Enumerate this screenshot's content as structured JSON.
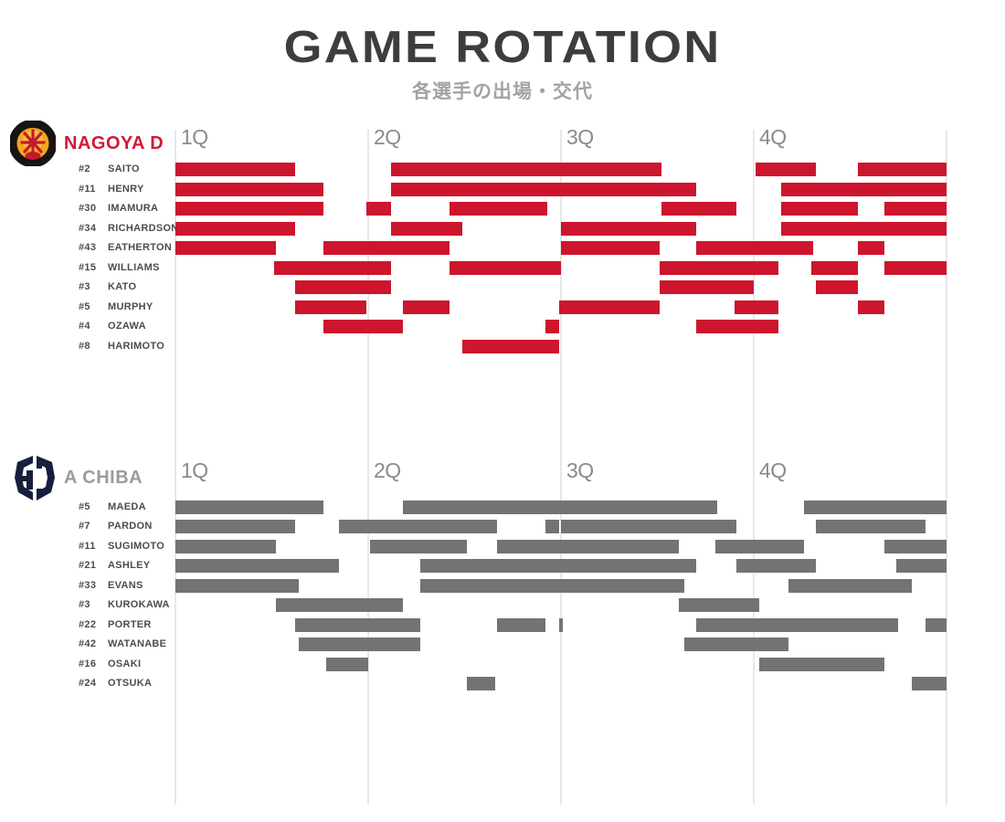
{
  "title": "GAME ROTATION",
  "subtitle": "各選手の出場・交代",
  "colors": {
    "title_dark": "#3d3d3d",
    "subtitle_gray": "#a3a3a3",
    "quarter_label_gray": "#8a8a8a",
    "gridline_gray": "#e8e8e8",
    "nagoya_red": "#cd152d",
    "nagoya_name_red": "#d41935",
    "chiba_gray": "#737373",
    "chiba_name_gray": "#9b9b9b",
    "player_label_gray": "#4c4c4c"
  },
  "chart_data": {
    "type": "gantt-rotation",
    "title": "GAME ROTATION",
    "subtitle": "各選手の出場・交代",
    "x_axis": {
      "unit": "minutes",
      "total_minutes": 40,
      "quarters": 4,
      "minutes_per_quarter": 10
    },
    "quarter_labels": [
      "1Q",
      "2Q",
      "3Q",
      "4Q"
    ],
    "legend_position": "none",
    "grid": "vertical-quarter-lines",
    "teams": [
      {
        "name": "NAGOYA D",
        "bar_color": "#cd152d",
        "name_color": "#d41935",
        "players": [
          {
            "number": "#2",
            "name": "SAITO",
            "stints": [
              [
                0,
                6.2
              ],
              [
                11.2,
                25.2
              ],
              [
                30.1,
                33.2
              ],
              [
                35.4,
                40
              ]
            ]
          },
          {
            "number": "#11",
            "name": "HENRY",
            "stints": [
              [
                0,
                7.7
              ],
              [
                11.2,
                27.0
              ],
              [
                31.4,
                40
              ]
            ]
          },
          {
            "number": "#30",
            "name": "IMAMURA",
            "stints": [
              [
                0,
                7.7
              ],
              [
                9.9,
                11.2
              ],
              [
                14.2,
                19.3
              ],
              [
                25.2,
                29.1
              ],
              [
                31.4,
                35.4
              ],
              [
                36.8,
                40
              ]
            ]
          },
          {
            "number": "#34",
            "name": "RICHARDSON",
            "stints": [
              [
                0,
                6.2
              ],
              [
                11.2,
                14.9
              ],
              [
                20.0,
                27.0
              ],
              [
                31.4,
                40
              ]
            ]
          },
          {
            "number": "#43",
            "name": "EATHERTON",
            "stints": [
              [
                0,
                5.2
              ],
              [
                7.7,
                14.2
              ],
              [
                20.0,
                25.1
              ],
              [
                27.0,
                33.1
              ],
              [
                35.4,
                36.8
              ]
            ]
          },
          {
            "number": "#15",
            "name": "WILLIAMS",
            "stints": [
              [
                5.1,
                11.2
              ],
              [
                14.2,
                20.0
              ],
              [
                25.1,
                31.3
              ],
              [
                33.0,
                35.4
              ],
              [
                36.8,
                40
              ]
            ]
          },
          {
            "number": "#3",
            "name": "KATO",
            "stints": [
              [
                6.2,
                11.2
              ],
              [
                25.1,
                30.0
              ],
              [
                33.2,
                35.4
              ]
            ]
          },
          {
            "number": "#5",
            "name": "MURPHY",
            "stints": [
              [
                6.2,
                9.9
              ],
              [
                11.8,
                14.2
              ],
              [
                19.9,
                25.1
              ],
              [
                29.0,
                31.3
              ],
              [
                35.4,
                36.8
              ]
            ]
          },
          {
            "number": "#4",
            "name": "OZAWA",
            "stints": [
              [
                7.7,
                11.8
              ],
              [
                19.2,
                19.9
              ],
              [
                27.0,
                31.3
              ]
            ]
          },
          {
            "number": "#8",
            "name": "HARIMOTO",
            "stints": [
              [
                14.9,
                19.9
              ]
            ]
          }
        ]
      },
      {
        "name": "A CHIBA",
        "bar_color": "#737373",
        "name_color": "#9b9b9b",
        "players": [
          {
            "number": "#5",
            "name": "MAEDA",
            "stints": [
              [
                0,
                7.7
              ],
              [
                11.8,
                28.1
              ],
              [
                32.6,
                40
              ]
            ]
          },
          {
            "number": "#7",
            "name": "PARDON",
            "stints": [
              [
                0,
                6.2
              ],
              [
                8.5,
                16.7
              ],
              [
                19.2,
                19.9
              ],
              [
                20.0,
                29.1
              ],
              [
                33.2,
                38.9
              ]
            ]
          },
          {
            "number": "#11",
            "name": "SUGIMOTO",
            "stints": [
              [
                0,
                5.2
              ],
              [
                10.1,
                15.1
              ],
              [
                16.7,
                26.1
              ],
              [
                28.0,
                32.6
              ],
              [
                36.8,
                40
              ]
            ]
          },
          {
            "number": "#21",
            "name": "ASHLEY",
            "stints": [
              [
                0,
                8.5
              ],
              [
                12.7,
                27.0
              ],
              [
                29.1,
                33.2
              ],
              [
                37.4,
                40
              ]
            ]
          },
          {
            "number": "#33",
            "name": "EVANS",
            "stints": [
              [
                0,
                6.4
              ],
              [
                12.7,
                26.4
              ],
              [
                31.8,
                38.2
              ]
            ]
          },
          {
            "number": "#3",
            "name": "KUROKAWA",
            "stints": [
              [
                5.2,
                11.8
              ],
              [
                26.1,
                30.3
              ]
            ]
          },
          {
            "number": "#22",
            "name": "PORTER",
            "stints": [
              [
                6.2,
                12.7
              ],
              [
                16.7,
                19.2
              ],
              [
                19.9,
                20.1
              ],
              [
                27.0,
                37.5
              ],
              [
                38.9,
                40
              ]
            ]
          },
          {
            "number": "#42",
            "name": "WATANABE",
            "stints": [
              [
                6.4,
                12.7
              ],
              [
                26.4,
                31.8
              ]
            ]
          },
          {
            "number": "#16",
            "name": "OSAKI",
            "stints": [
              [
                7.8,
                10.0
              ],
              [
                30.3,
                36.8
              ]
            ]
          },
          {
            "number": "#24",
            "name": "OTSUKA",
            "stints": [
              [
                15.1,
                16.6
              ],
              [
                38.2,
                40
              ]
            ]
          }
        ]
      }
    ]
  }
}
